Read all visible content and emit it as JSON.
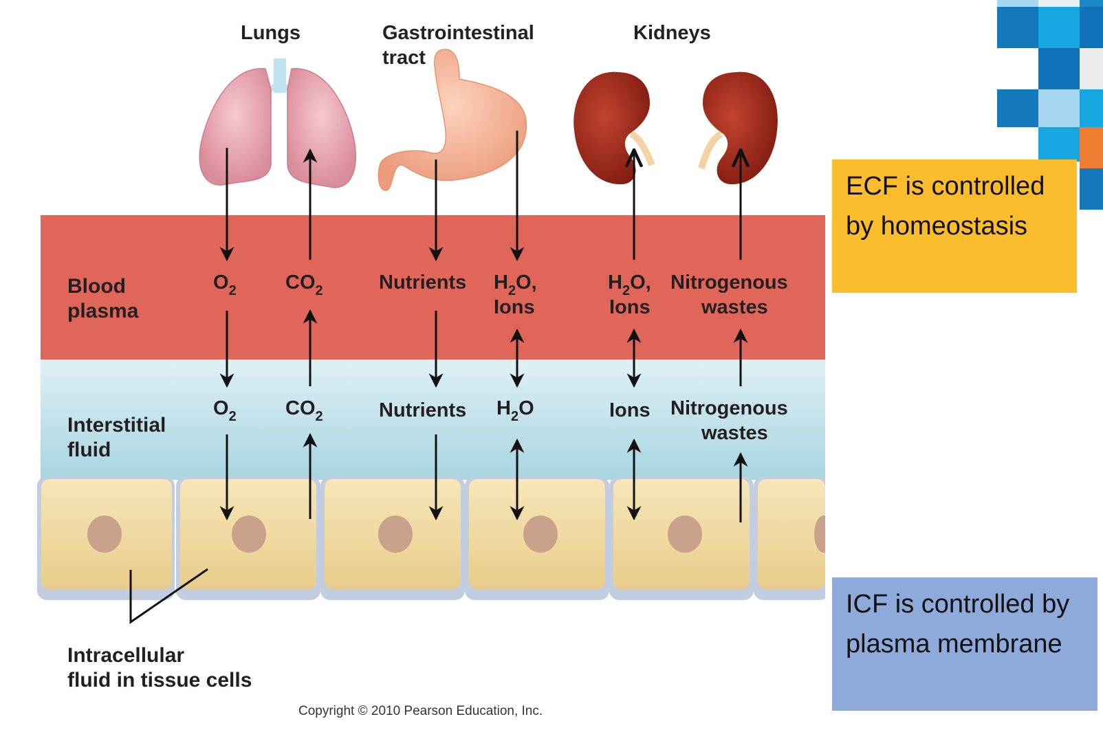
{
  "organs": {
    "lungs": "Lungs",
    "gi_line1": "Gastrointestinal",
    "gi_line2": "tract",
    "kidneys": "Kidneys"
  },
  "compartments": {
    "blood_plasma_line1": "Blood",
    "blood_plasma_line2": "plasma",
    "interstitial_line1": "Interstitial",
    "interstitial_line2": "fluid",
    "intracellular_line1": "Intracellular",
    "intracellular_line2": "fluid in tissue cells"
  },
  "plasma_labels": {
    "o2": "O",
    "co2": "CO",
    "nutrients": "Nutrients",
    "h2o_ions_gi_line1_a": "H",
    "h2o_ions_gi_line1_b": "O,",
    "h2o_ions_gi_line2": "Ions",
    "h2o_ions_kid_line1_a": "H",
    "h2o_ions_kid_line1_b": "O,",
    "h2o_ions_kid_line2": "Ions",
    "nitro_line1": "Nitrogenous",
    "nitro_line2": "wastes"
  },
  "interstitial_labels": {
    "o2": "O",
    "co2": "CO",
    "nutrients": "Nutrients",
    "h2o_a": "H",
    "h2o_b": "O",
    "ions": "Ions",
    "nitro_line1": "Nitrogenous",
    "nitro_line2": "wastes"
  },
  "subscript_2": "2",
  "copyright": "Copyright © 2010 Pearson Education, Inc.",
  "notes": {
    "ecf": "ECF is controlled by homeostasis",
    "icf": "ICF is controlled by plasma membrane"
  },
  "colors": {
    "plasma": "#e0665a",
    "interstitial_top": "#d9eef4",
    "interstitial_bottom": "#a9d6e0",
    "cell": "#f1d9a0",
    "cell_border": "#b9c7de",
    "nucleus": "#c9a08a",
    "ecf_note": "#fbbd2b",
    "icf_note": "#8eaadb",
    "arrow": "#111111",
    "lung": "#eba9b4",
    "stomach": "#f6b79a",
    "kidney": "#a02a1c"
  }
}
